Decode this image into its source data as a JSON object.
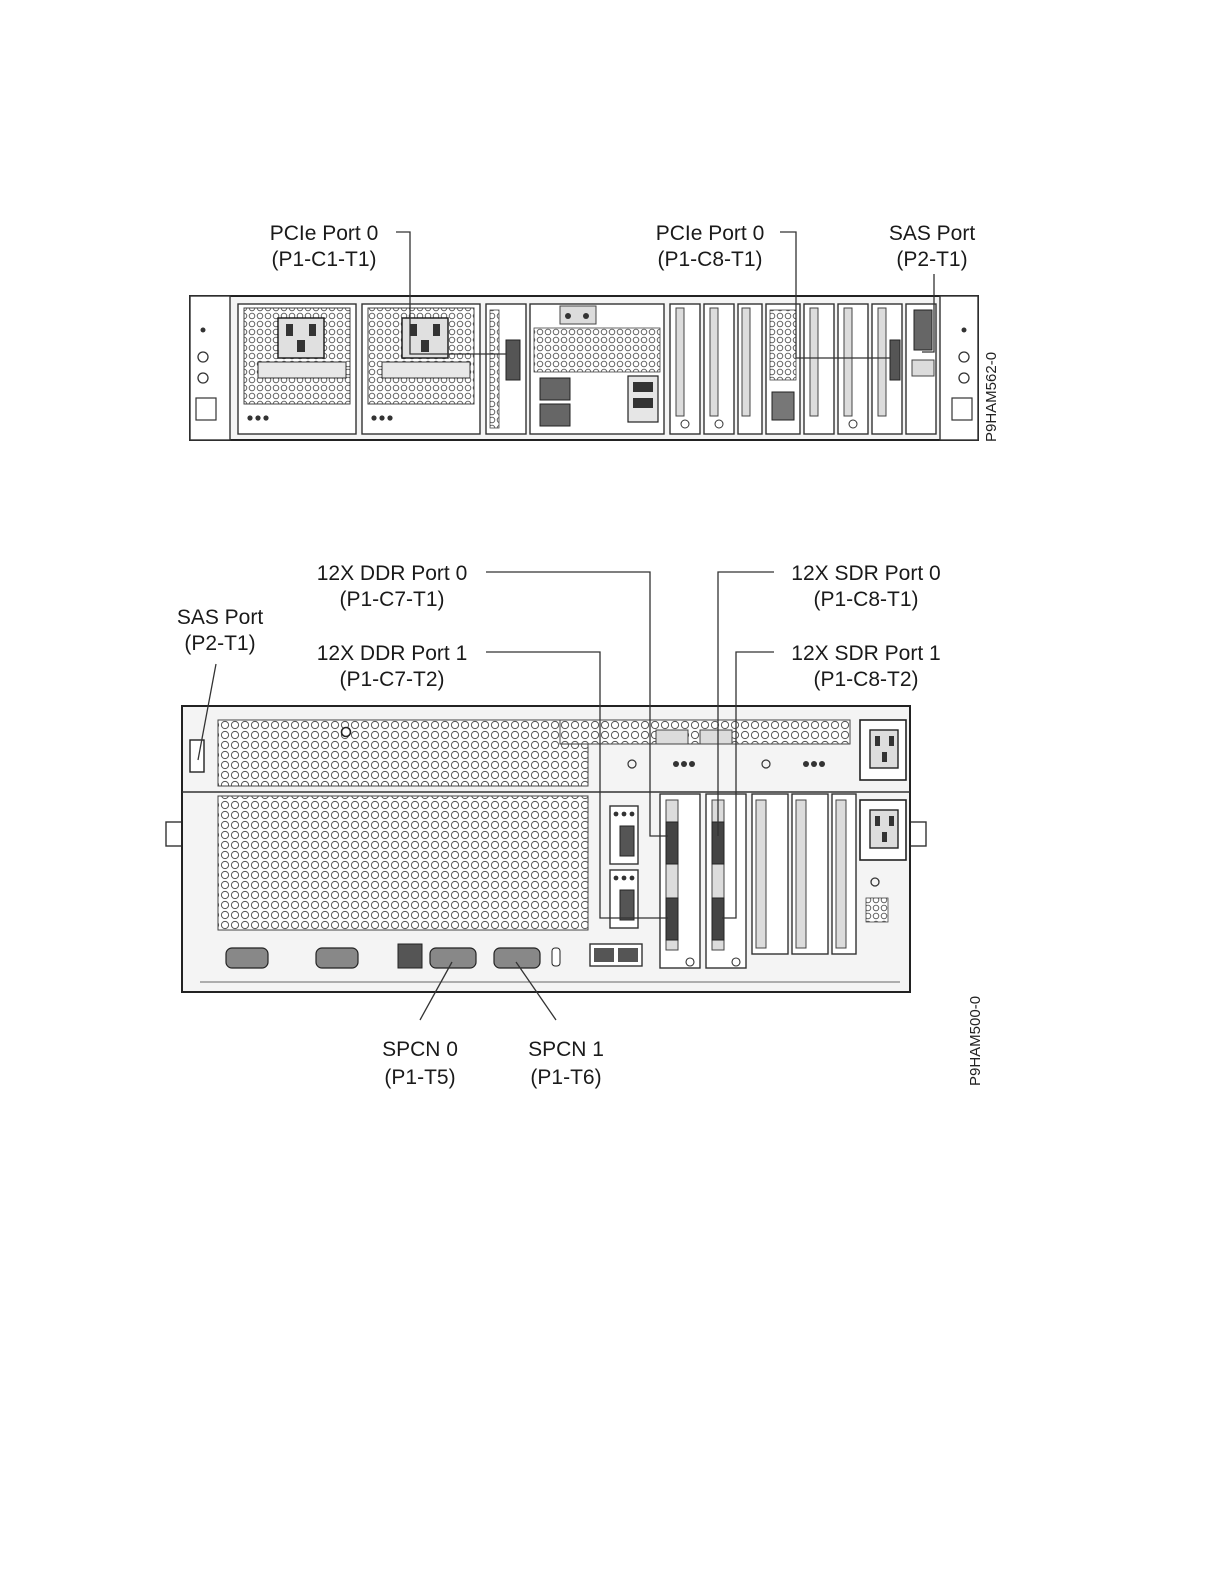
{
  "figure1": {
    "id_label": "P9HAM562-0",
    "callouts": [
      {
        "name": "pcie-port-0-c1",
        "line1": "PCIe Port 0",
        "line2": "(P1-C1-T1)"
      },
      {
        "name": "pcie-port-0-c8",
        "line1": "PCIe Port 0",
        "line2": "(P1-C8-T1)"
      },
      {
        "name": "sas-port",
        "line1": "SAS Port",
        "line2": "(P2-T1)"
      }
    ]
  },
  "figure2": {
    "id_label": "P9HAM500-0",
    "callouts": [
      {
        "name": "sas-port",
        "line1": "SAS Port",
        "line2": "(P2-T1)"
      },
      {
        "name": "12x-ddr-port-0",
        "line1": "12X DDR Port 0",
        "line2": "(P1-C7-T1)"
      },
      {
        "name": "12x-ddr-port-1",
        "line1": "12X DDR Port 1",
        "line2": "(P1-C7-T2)"
      },
      {
        "name": "12x-sdr-port-0",
        "line1": "12X SDR Port 0",
        "line2": "(P1-C8-T1)"
      },
      {
        "name": "12x-sdr-port-1",
        "line1": "12X SDR Port 1",
        "line2": "(P1-C8-T2)"
      },
      {
        "name": "spcn-0",
        "line1": "SPCN 0",
        "line2": "(P1-T5)"
      },
      {
        "name": "spcn-1",
        "line1": "SPCN 1",
        "line2": "(P1-T6)"
      }
    ]
  }
}
